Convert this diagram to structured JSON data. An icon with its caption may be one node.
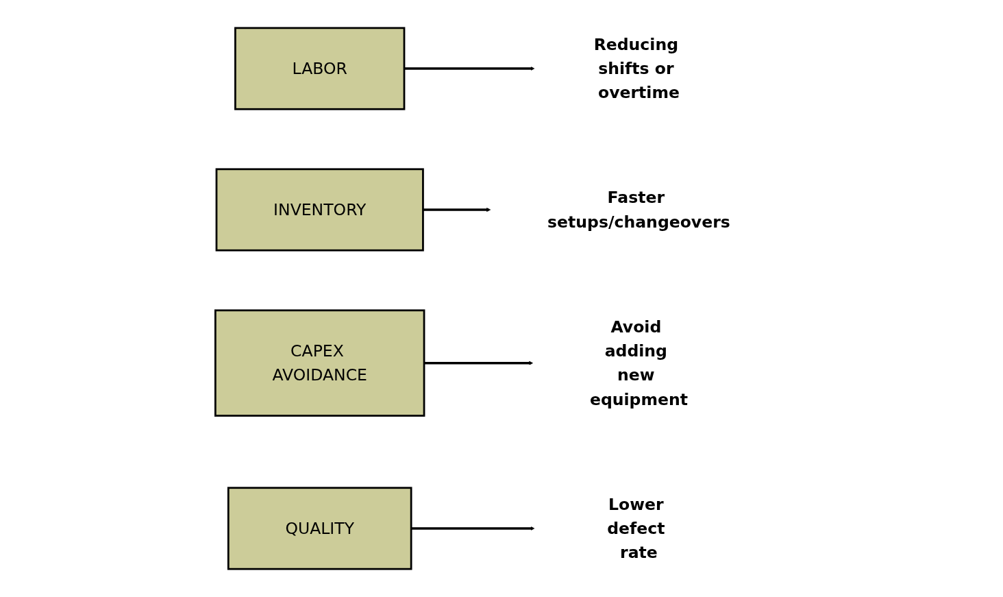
{
  "diagram": {
    "nodes": [
      {
        "text": [
          "LABOR"
        ]
      },
      {
        "text": [
          "Reducing shifts or overtime"
        ]
      },
      {
        "text": [
          "INVENTORY"
        ]
      },
      {
        "text": [
          "Faster setups/changeovers"
        ]
      },
      {
        "text": [
          "CAPEX AVOIDANCE"
        ]
      },
      {
        "text": [
          "Avoid adding new equipment"
        ]
      },
      {
        "text": [
          "QUALITY"
        ]
      },
      {
        "text": [
          "Lower defect rate"
        ]
      }
    ],
    "edges": [
      {
        "from": 0,
        "to": 1,
        "arrow": "to"
      },
      {
        "from": 2,
        "to": 3,
        "arrow": "to"
      },
      {
        "from": 4,
        "to": 5,
        "arrow": "to"
      },
      {
        "from": 6,
        "to": 7,
        "arrow": "to"
      }
    ]
  }
}
